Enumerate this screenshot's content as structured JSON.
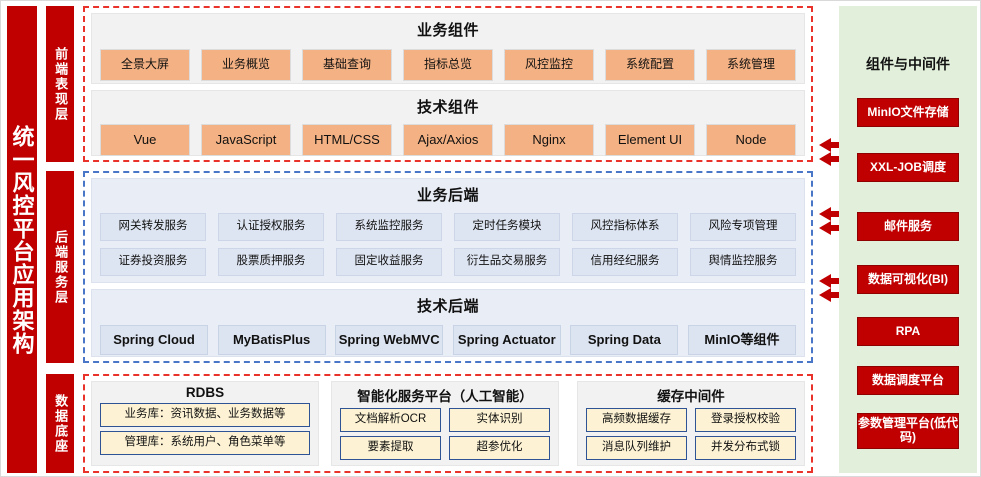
{
  "main_title": "统一风控平台应用架构",
  "layers": [
    {
      "id": "frontend",
      "label": "前端表现层",
      "border_color": "#e8322a"
    },
    {
      "id": "backend",
      "label": "后端服务层",
      "border_color": "#4a76c8"
    },
    {
      "id": "data",
      "label": "数据底座",
      "border_color": "#e8322a"
    }
  ],
  "frontend": {
    "business_components": {
      "title": "业务组件",
      "items": [
        "全景大屏",
        "业务概览",
        "基础查询",
        "指标总览",
        "风控监控",
        "系统配置",
        "系统管理"
      ]
    },
    "tech_components": {
      "title": "技术组件",
      "items": [
        "Vue",
        "JavaScript",
        "HTML/CSS",
        "Ajax/Axios",
        "Nginx",
        "Element UI",
        "Node"
      ]
    }
  },
  "backend": {
    "business_backend": {
      "title": "业务后端",
      "row1": [
        "网关转发服务",
        "认证授权服务",
        "系统监控服务",
        "定时任务模块",
        "风控指标体系",
        "风险专项管理"
      ],
      "row2": [
        "证券投资服务",
        "股票质押服务",
        "固定收益服务",
        "衍生品交易服务",
        "信用经纪服务",
        "舆情监控服务"
      ]
    },
    "tech_backend": {
      "title": "技术后端",
      "items": [
        "Spring Cloud",
        "MyBatisPlus",
        "Spring WebMVC",
        "Spring Actuator",
        "Spring Data",
        "MinIO等组件"
      ]
    }
  },
  "data_foundation": {
    "panels": [
      {
        "title": "RDBS",
        "rows": [
          [
            "业务库：资讯数据、业务数据等"
          ],
          [
            "管理库：系统用户、角色菜单等"
          ]
        ]
      },
      {
        "title": "智能化服务平台（人工智能）",
        "rows": [
          [
            "文档解析OCR",
            "实体识别"
          ],
          [
            "要素提取",
            "超参优化"
          ]
        ]
      },
      {
        "title": "缓存中间件",
        "rows": [
          [
            "高频数据缓存",
            "登录授权校验"
          ],
          [
            "消息队列维护",
            "并发分布式锁"
          ]
        ]
      }
    ]
  },
  "right_panel": {
    "title": "组件与中间件",
    "accent_color": "#c00000",
    "background_color": "#e2efda",
    "items": [
      "MinIO文件存储",
      "XXL-JOB调度",
      "邮件服务",
      "数据可视化(BI)",
      "RPA",
      "数据调度平台",
      "参数管理平台(低代码)"
    ]
  },
  "connectors": {
    "icon": "double-left-arrow-icon",
    "color": "#c00000",
    "count": 3
  }
}
